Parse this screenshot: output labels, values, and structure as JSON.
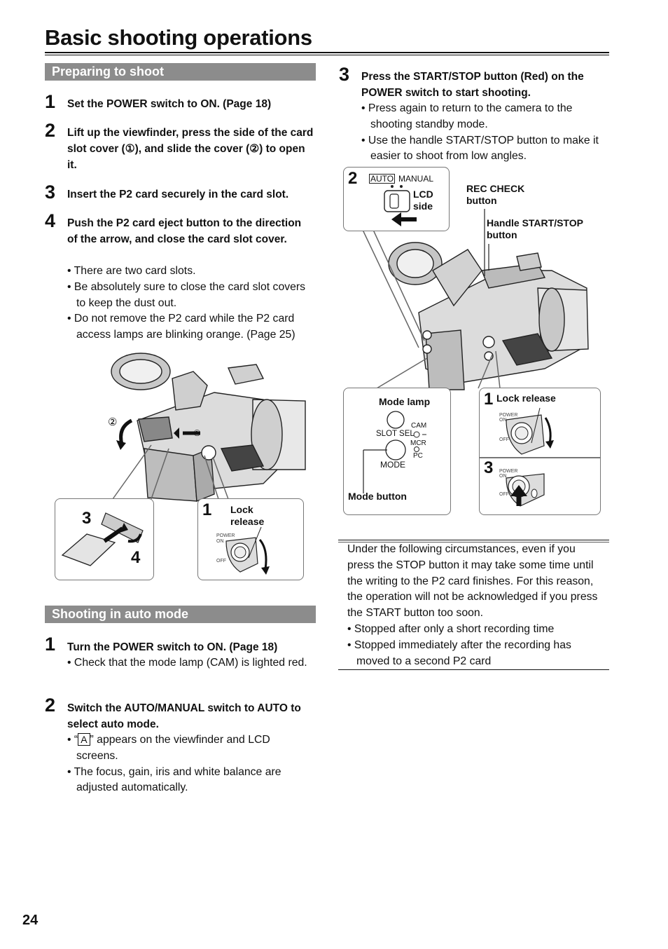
{
  "title": "Basic shooting operations",
  "page_number": "24",
  "preparing": {
    "header": "Preparing to shoot",
    "steps": [
      {
        "num": "1",
        "text": "Set the POWER switch to ON. (Page 18)"
      },
      {
        "num": "2",
        "text": "Lift up the viewfinder, press the side of the card slot cover (①), and slide the cover (②) to open it."
      },
      {
        "num": "3",
        "text": "Insert the P2 card securely in the card slot."
      },
      {
        "num": "4",
        "text": "Push the P2 card eject button to the direction of the arrow, and close the card slot cover."
      }
    ],
    "bullets": [
      "There are two card slots.",
      "Be absolutely sure to close the card slot covers to keep the dust out.",
      "Do not remove the P2 card while the P2 card access lamps are blinking orange. (Page 25)"
    ],
    "figure": {
      "callout_1": "①",
      "callout_2": "②",
      "inset_left_num_3": "3",
      "inset_left_num_4": "4",
      "inset_right_num": "1",
      "inset_right_label": "Lock release",
      "power": "POWER",
      "on": "ON",
      "off": "OFF"
    }
  },
  "auto": {
    "header": "Shooting in auto mode",
    "step1": {
      "num": "1",
      "text": "Turn the POWER switch to ON. (Page 18)"
    },
    "step1_bullets": [
      "Check that the mode lamp (CAM) is lighted red."
    ],
    "step2": {
      "num": "2",
      "text": "Switch the AUTO/MANUAL switch to AUTO to select auto mode."
    },
    "step2_bullet_a_pre": "“",
    "step2_bullet_a_icon": "A",
    "step2_bullet_a_post": "” appears on the viewfinder and LCD screens.",
    "step2_bullets": [
      "The focus, gain, iris and white balance are adjusted automatically."
    ]
  },
  "right": {
    "step3": {
      "num": "3",
      "text": "Press the START/STOP button (Red) on the POWER switch to start shooting."
    },
    "step3_bullets": [
      "Press again to return to the camera to the shooting standby mode.",
      "Use the handle START/STOP button to make it easier to shoot from low angles."
    ],
    "figure": {
      "inset_num_2": "2",
      "auto": "AUTO",
      "manual": "MANUAL",
      "lcd_side": "LCD side",
      "rec_check": "REC CHECK button",
      "handle_start_stop": "Handle START/STOP button",
      "mode_lamp": "Mode lamp",
      "slot_sel": "SLOT SEL",
      "cam": "CAM",
      "mcr": "MCR",
      "pc": "PC",
      "mode": "MODE",
      "mode_button": "Mode button",
      "inset_num_1": "1",
      "lock_release": "Lock release",
      "inset_num_3": "3",
      "power": "POWER",
      "on": "ON",
      "off": "OFF"
    },
    "note": {
      "text": "Under the following circumstances, even if you press the STOP button it may take some time until the writing to the P2 card finishes. For this reason, the operation will not be acknowledged if you press the START button too soon.",
      "bullets": [
        "Stopped after only a short recording time",
        "Stopped immediately after the recording has moved to a second P2 card"
      ]
    }
  }
}
